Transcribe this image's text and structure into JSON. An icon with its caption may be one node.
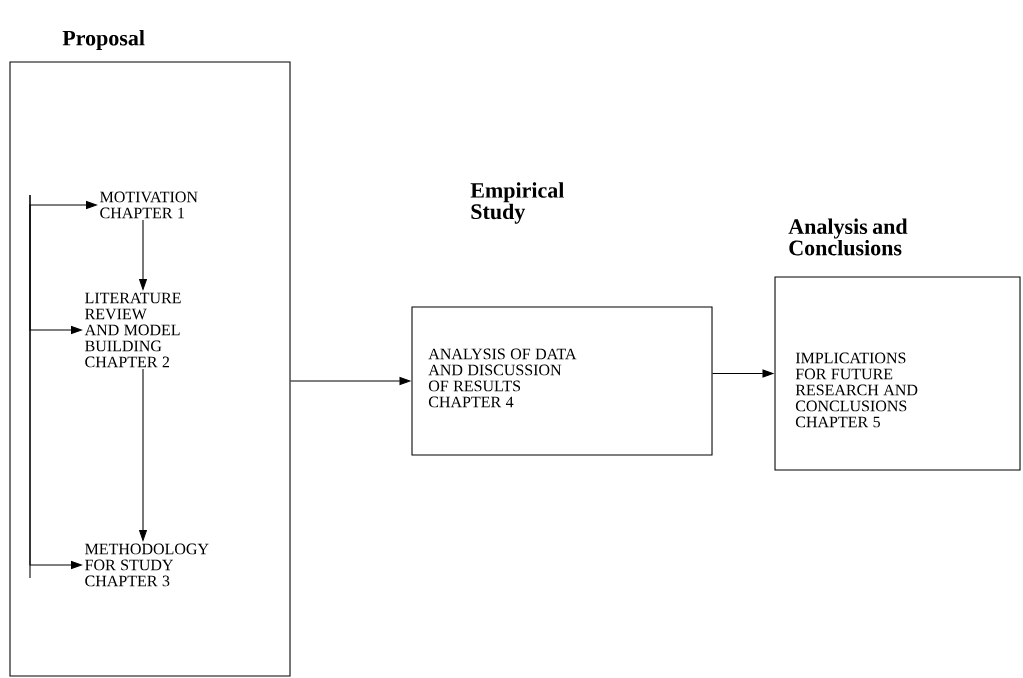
{
  "diagram": {
    "nodes": [
      {
        "text": [
          "Proposal"
        ]
      },
      {
        "text": [
          "MOTIVATION CHAPTER 1"
        ],
        "in": 0
      },
      {
        "text": [
          "LITERATURE REVIEW AND MODEL BUILDING CHAPTER 2"
        ],
        "in": 0
      },
      {
        "text": [
          "METHODOLOGY FOR STUDY CHAPTER 3"
        ],
        "in": 0
      },
      {
        "text": [
          "Empirical Study",
          "ANALYSIS OF DATA AND DISCUSSION OF RESULTS CHAPTER 4"
        ]
      },
      {
        "text": [
          "Analysis and Conclusions",
          "IMPLICATIONS FOR FUTURE RESEARCH AND CONCLUSIONS CHAPTER 5"
        ]
      }
    ],
    "edges": [
      {
        "from": 1,
        "to": 2,
        "arrow": "to"
      },
      {
        "from": 2,
        "to": 3,
        "arrow": "to"
      },
      {
        "from": null,
        "to": 1,
        "arrow": "to"
      },
      {
        "from": null,
        "to": 2,
        "arrow": "to"
      },
      {
        "from": null,
        "to": 3,
        "arrow": "to"
      },
      {
        "from": 0,
        "to": 4,
        "arrow": "to"
      },
      {
        "from": 4,
        "to": 5,
        "arrow": "to"
      }
    ]
  }
}
